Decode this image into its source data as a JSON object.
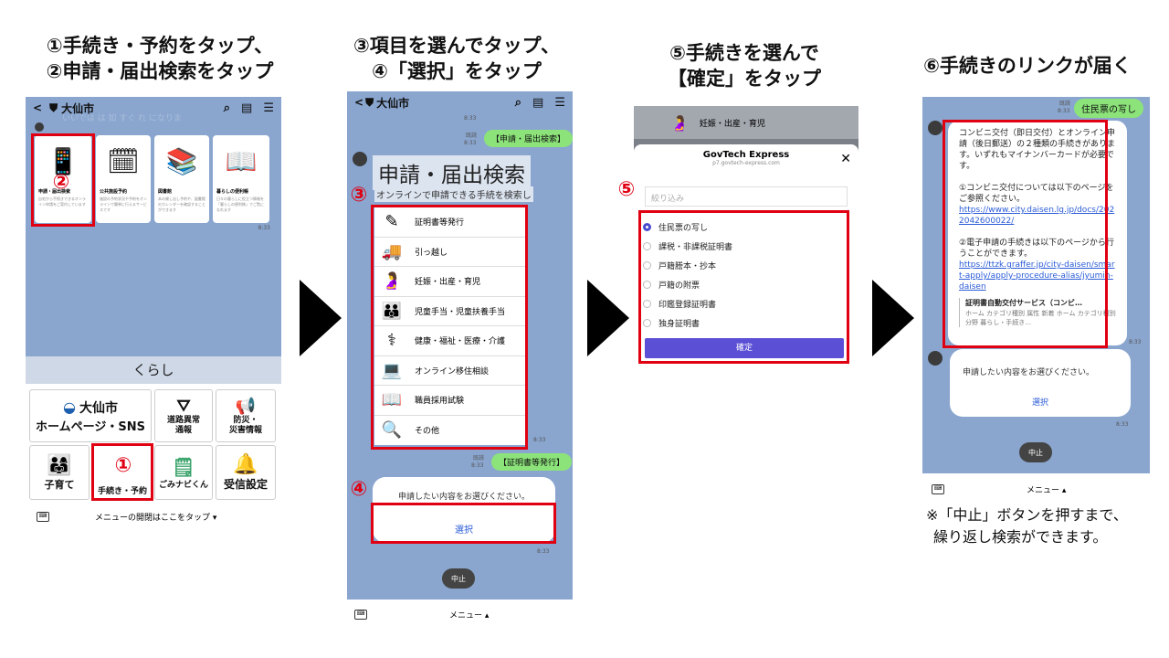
{
  "titles": {
    "step1_line1": "①手続き・予約をタップ、",
    "step1_line2": "②申請・届出検索をタップ",
    "step2_line1": "③項目を選んでタップ、",
    "step2_line2": "④「選択」をタップ",
    "step3_line1": "⑤手続きを選んで",
    "step3_line2": "【確定」をタップ",
    "step4_line1": "⑥手続きのリンクが届く"
  },
  "markers": [
    "①",
    "②",
    "③",
    "④",
    "⑤"
  ],
  "panel1": {
    "city": "大仙市",
    "faded_text": "いいでは は 如 すぐ れ になりま",
    "cards": [
      {
        "title": "申請・届出検索",
        "desc": "自宅から手続きできるオンライン申請をご案内しています"
      },
      {
        "title": "公共施設予約",
        "desc": "施設の予約状況や予約をオンラインで簡単に行えるサービスです"
      },
      {
        "title": "図書館",
        "desc": "本の貸し出し予約や、図書館のカレンダーを確認することができます"
      },
      {
        "title": "暮らしの便利帳",
        "desc": "日々の暮らしに役立つ情報を「暮らしの便利帳」でご覧になれます"
      }
    ],
    "card_time": "8:33",
    "kurashi": "くらし",
    "tiles": {
      "home_city": "大仙市",
      "home_label": "ホームページ・SNS",
      "road": "道路異常\n通報",
      "bousai": "防災・\n災害情報",
      "kosodate": "子育て",
      "tetsuzuki": "手続き・予約",
      "gomi": "ごみナビくん",
      "jushin": "受信設定"
    },
    "menu_text": "メニューの開閉はここをタップ ▾"
  },
  "panel2": {
    "city": "大仙市",
    "read": "既読",
    "time": "8:33",
    "top_bubble": "【申請・届出検索】",
    "heading": "申請・届出検索",
    "sub": "オンラインで申請できる手続を検索し",
    "menu": [
      {
        "label": "証明書等発行",
        "icon": "certificate-icon",
        "glyph": "✎"
      },
      {
        "label": "引っ越し",
        "icon": "truck-icon",
        "glyph": "🚚"
      },
      {
        "label": "妊娠・出産・育児",
        "icon": "pregnancy-icon",
        "glyph": "🤰"
      },
      {
        "label": "児童手当・児童扶養手当",
        "icon": "family-icon",
        "glyph": "👪"
      },
      {
        "label": "健康・福祉・医療・介護",
        "icon": "stethoscope-icon",
        "glyph": "⚕"
      },
      {
        "label": "オンライン移住相談",
        "icon": "laptop-icon",
        "glyph": "💻"
      },
      {
        "label": "職員採用試験",
        "icon": "book-icon",
        "glyph": "📖"
      },
      {
        "label": "その他",
        "icon": "magnifier-icon",
        "glyph": "🔍"
      }
    ],
    "reply_bubble": "【証明書等発行】",
    "prompt": "申請したい内容をお選びください。",
    "select": "選択",
    "stop": "中止",
    "menu_label": "メニュー ▴"
  },
  "panel3": {
    "top_item": "妊娠・出産・育児",
    "brand": "GovTech Express",
    "domain": "p7.govtech-express.com",
    "filter_placeholder": "絞り込み",
    "options": [
      "住民票の写し",
      "課税・非課税証明書",
      "戸籍謄本・抄本",
      "戸籍の附票",
      "印鑑登録証明書",
      "独身証明書"
    ],
    "selected_index": 0,
    "confirm": "確定"
  },
  "panel4": {
    "read": "既読",
    "time": "8:33",
    "top_bubble": "住民票の写し",
    "message_intro": "コンビニ交付（即日交付）とオンライン申請（後日郵送）の２種類の手続きがあります。いずれもマイナンバーカードが必要です。",
    "message_p1": "①コンビニ交付については以下のページをご参照ください。",
    "link1": "https://www.city.daisen.lg.jp/docs/2022042600022/",
    "message_p2": "②電子申請の手続きは以下のページから行うことができます。",
    "link2": "https://ttzk.graffer.jp/city-daisen/smart-apply/apply-procedure-alias/jyumin-daisen",
    "preview_title": "証明書自動交付サービス（コンビ…",
    "preview_desc": "ホーム カテゴリ種別 属性 新着 ホーム カテゴリ種別 分野 暮らし・手続き…",
    "prompt": "申請したい内容をお選びください。",
    "select": "選択",
    "stop": "中止",
    "menu_label": "メニュー ▴",
    "note_line1": "※「中止」ボタンを押すまで、",
    "note_line2": "繰り返し検索ができます。"
  },
  "colors": {
    "highlight": "#e00012",
    "chat_bg": "#8aa6cf",
    "bubble_green": "#8ce37a",
    "confirm": "#5b4fd6"
  }
}
